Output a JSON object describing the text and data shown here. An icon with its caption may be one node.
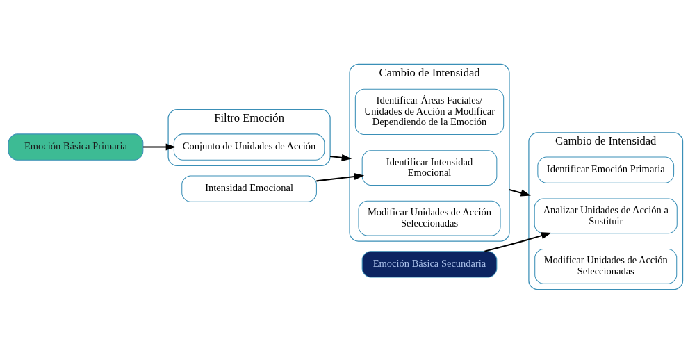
{
  "diagram": {
    "nodes": [
      {
        "text": [
          "Emoción Básica Primaria"
        ]
      },
      {
        "text": [
          "Filtro Emoción"
        ]
      },
      {
        "text": [
          "Conjunto de Unidades de Acción"
        ],
        "in": 1
      },
      {
        "text": [
          "Cambio de Intensidad"
        ]
      },
      {
        "text": [
          "Identificar Áreas Faciales/ Unidades de Acción a Modificar Dependiendo de la Emoción"
        ],
        "in": 3
      },
      {
        "text": [
          "Intensidad Emocional"
        ]
      },
      {
        "text": [
          "Identificar Intensidad Emocional"
        ],
        "in": 3
      },
      {
        "text": [
          "Modificar Unidades de Acción Seleccionadas"
        ],
        "in": 3
      },
      {
        "text": [
          "Cambio de Intensidad"
        ]
      },
      {
        "text": [
          "Identificar Emoción Primaria"
        ],
        "in": 8
      },
      {
        "text": [
          "Analizar Unidades de Acción a Sustituir"
        ],
        "in": 8
      },
      {
        "text": [
          "Modificar Unidades de Acción Seleccionadas"
        ],
        "in": 8
      },
      {
        "text": [
          "Emoción Básica Secundaria"
        ]
      }
    ],
    "edges": [
      {
        "from": 0,
        "to": 2,
        "arrow": "to"
      },
      {
        "from": 1,
        "to": 3,
        "arrow": "to"
      },
      {
        "from": 5,
        "to": 6,
        "arrow": "to"
      },
      {
        "from": 3,
        "to": 8,
        "arrow": "to"
      },
      {
        "from": 12,
        "to": 10,
        "arrow": "to"
      }
    ]
  }
}
